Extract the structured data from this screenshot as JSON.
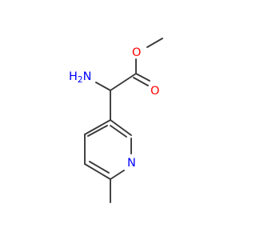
{
  "colors": {
    "background": "#ffffff",
    "bond": "#3a3a3a",
    "oxygen": "#ff0000",
    "nitrogen": "#0000ff"
  },
  "atoms": {
    "amino_N": "N",
    "amino_H2": "H2",
    "ether_O": "O",
    "carbonyl_O": "O",
    "ring_N": "N"
  }
}
